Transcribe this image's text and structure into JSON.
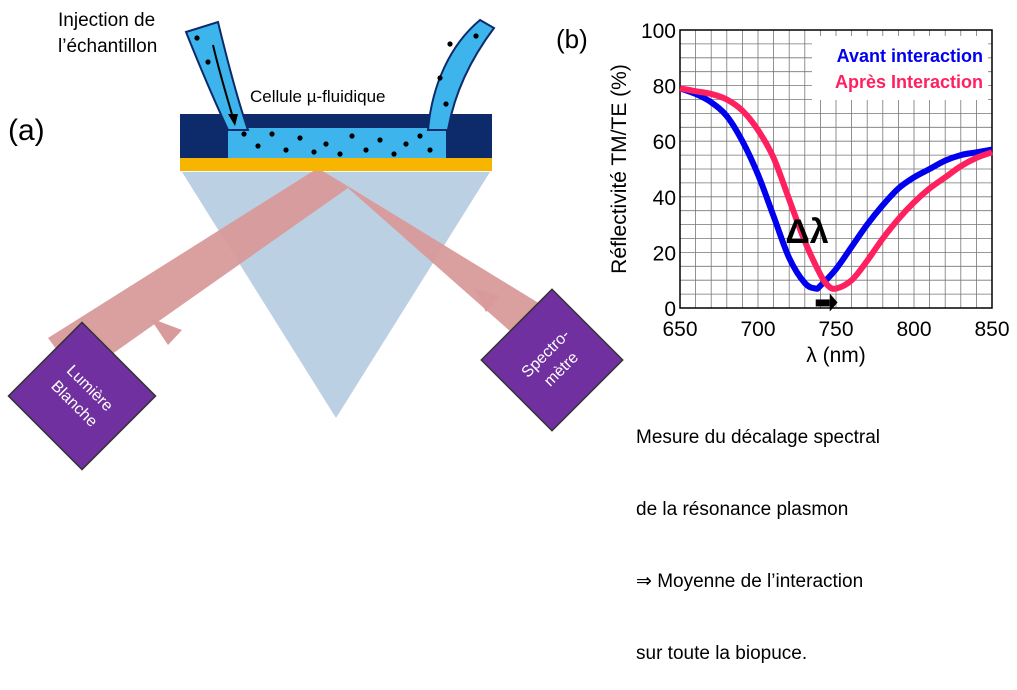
{
  "panel_a": {
    "label": "(a)",
    "injection_line1": "Injection de",
    "injection_line2": "l’échantillon",
    "cell_label": "Cellule µ-fluidique",
    "light_line1": "Lumière",
    "light_line2": "Blanche",
    "spectro_line1": "Spectro-",
    "spectro_line2": "mètre",
    "colors": {
      "cell_dark": "#0d2a6b",
      "fluid": "#3db4ec",
      "gold": "#f7b500",
      "prism": "#bcd0e4",
      "beam": "#d89a9a",
      "box": "#7030a0"
    }
  },
  "panel_b": {
    "label": "(b)",
    "delta_label": "Δλ",
    "caption_lines": [
      "Mesure du décalage spectral",
      "de la résonance plasmon",
      "⇒ Moyenne de l’interaction",
      "sur toute la biopuce."
    ]
  },
  "chart_data": {
    "type": "line",
    "xlabel": "λ (nm)",
    "ylabel": "Réflectivité TM/TE (%)",
    "xlim": [
      650,
      850
    ],
    "ylim": [
      0,
      100
    ],
    "xticks": [
      "650",
      "700",
      "750",
      "800",
      "850"
    ],
    "yticks": [
      "0",
      "20",
      "40",
      "60",
      "80",
      "100"
    ],
    "grid": true,
    "legend_position": "top-right",
    "series": [
      {
        "name": "Avant interaction",
        "color": "#0000ee",
        "x": [
          650,
          660,
          670,
          680,
          690,
          700,
          710,
          720,
          730,
          737,
          740,
          750,
          760,
          770,
          780,
          790,
          800,
          810,
          820,
          830,
          840,
          850
        ],
        "y": [
          79,
          77,
          74,
          69,
          60,
          48,
          33,
          18,
          9,
          7,
          8,
          14,
          22,
          30,
          37,
          43,
          47,
          50,
          53,
          55,
          56,
          57
        ]
      },
      {
        "name": "Après Interaction",
        "color": "#ff2060",
        "x": [
          650,
          660,
          670,
          680,
          690,
          700,
          710,
          720,
          730,
          740,
          745,
          750,
          760,
          770,
          780,
          790,
          800,
          810,
          820,
          830,
          840,
          850
        ],
        "y": [
          79,
          78,
          77,
          75,
          71,
          64,
          54,
          39,
          24,
          12,
          8,
          7,
          10,
          17,
          25,
          32,
          38,
          43,
          47,
          51,
          54,
          56
        ]
      }
    ]
  }
}
